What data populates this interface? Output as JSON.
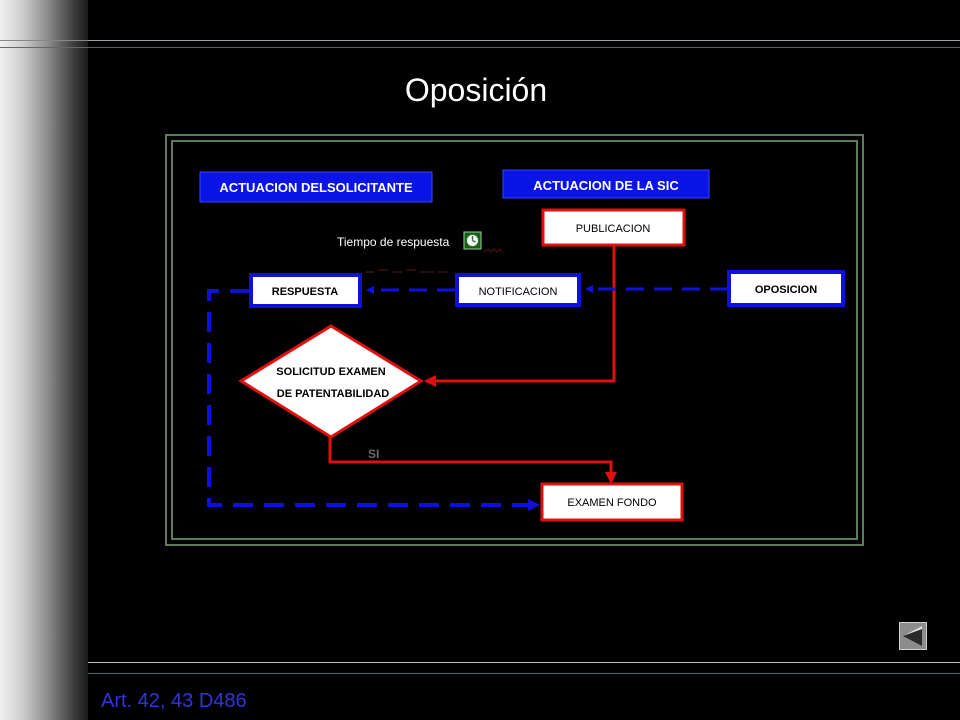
{
  "slide": {
    "title": "Oposición",
    "footer": "Art. 42, 43 D486"
  },
  "diagram": {
    "header_applicant": "ACTUACION DELSOLICITANTE",
    "header_sic": "ACTUACION DE LA SIC",
    "publicacion": "PUBLICACION",
    "notificacion": "NOTIFICACION",
    "respuesta": "RESPUESTA",
    "oposicion": "OPOSICION",
    "decision_line1": "SOLICITUD EXAMEN",
    "decision_line2": "DE PATENTABILIDAD",
    "si_label": "SI",
    "examen_fondo": "EXAMEN FONDO",
    "tiempo_label": "Tiempo de respuesta"
  },
  "nav": {
    "back_icon": "back-arrow-icon"
  },
  "colors": {
    "red": "#e01010",
    "blue": "#1010dd",
    "header_blue": "#0a14e6",
    "frame": "#5f7a5f"
  }
}
